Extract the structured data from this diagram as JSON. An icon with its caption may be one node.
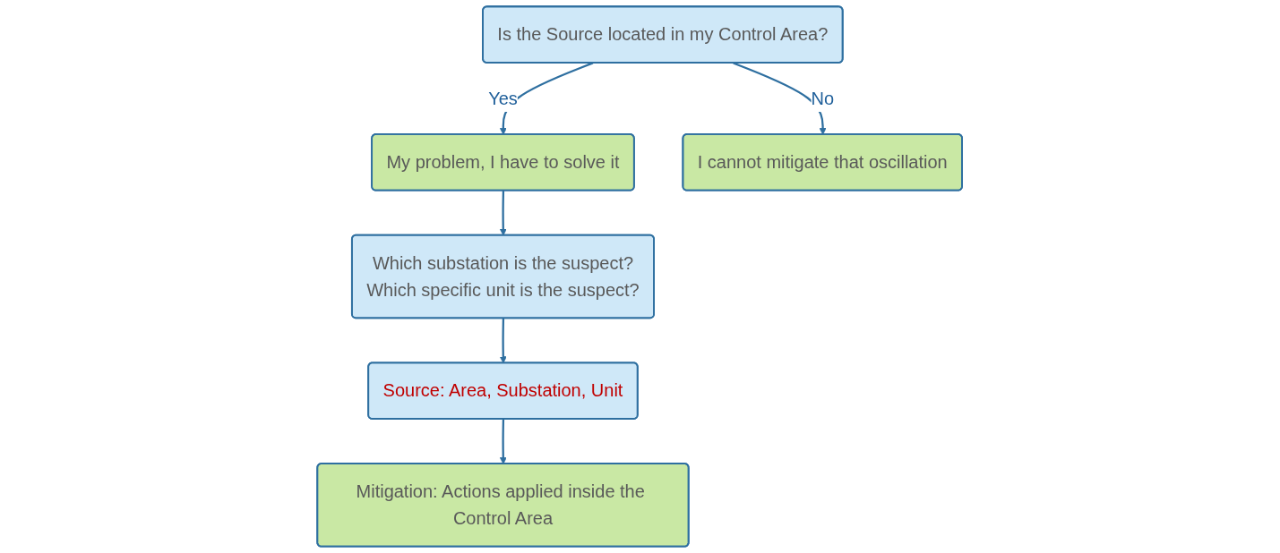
{
  "diagram": {
    "nodes": [
      {
        "text": [
          "Is the Source located in my Control Area?"
        ]
      },
      {
        "text": [
          "My problem, I have to solve it"
        ]
      },
      {
        "text": [
          "I cannot mitigate that oscillation"
        ]
      },
      {
        "text": [
          "Which substation is the suspect?",
          "Which specific unit is the suspect?"
        ]
      },
      {
        "text": [
          "Source: Area, Substation, Unit"
        ]
      },
      {
        "text": [
          "Mitigation: Actions applied inside the Control Area"
        ]
      }
    ],
    "edges": [
      {
        "from": 0,
        "to": 1,
        "arrow": "to",
        "label": "Yes"
      },
      {
        "from": 0,
        "to": 2,
        "arrow": "to",
        "label": "No"
      },
      {
        "from": 1,
        "to": 3,
        "arrow": "to"
      },
      {
        "from": 3,
        "to": 4,
        "arrow": "to"
      },
      {
        "from": 4,
        "to": 5,
        "arrow": "to"
      }
    ]
  }
}
